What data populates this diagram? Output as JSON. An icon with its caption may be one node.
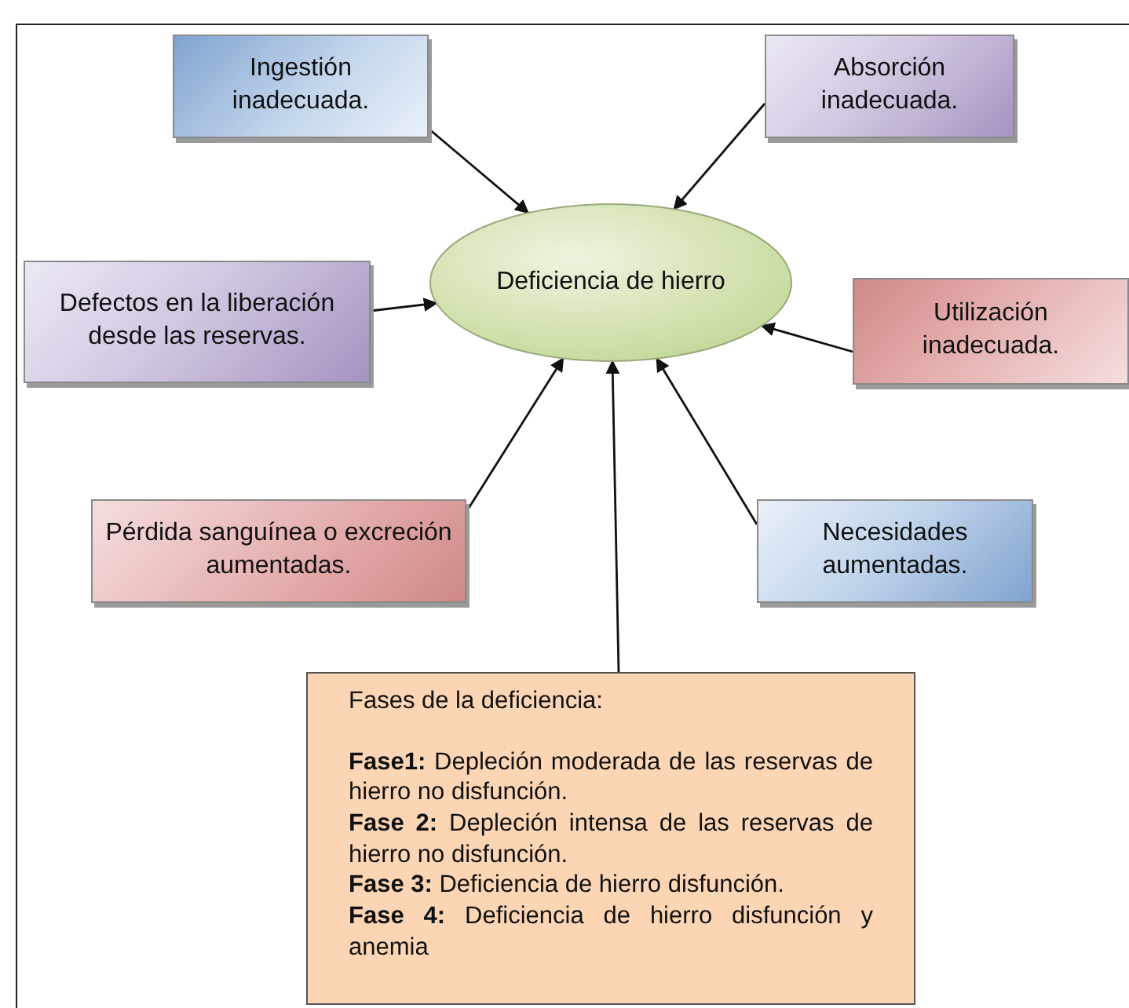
{
  "diagram": {
    "nodes": [
      {
        "text": [
          "Deficiencia de hierro"
        ]
      },
      {
        "text": [
          "Ingestión inadecuada."
        ]
      },
      {
        "text": [
          "Absorción inadecuada."
        ]
      },
      {
        "text": [
          "Defectos en la liberación desde las reservas."
        ]
      },
      {
        "text": [
          "Utilización inadecuada."
        ]
      },
      {
        "text": [
          "Pérdida sanguínea o excreción aumentadas."
        ]
      },
      {
        "text": [
          "Necesidades aumentadas."
        ]
      },
      {
        "text": [
          "Fases de la deficiencia:",
          "**Fase1:** Depleción moderada de las reservas de hierro no disfunción.",
          "**Fase 2:** Depleción intensa de las reservas de hierro no disfunción.",
          "**Fase 3:** Deficiencia de hierro disfunción.",
          "**Fase 4:** Deficiencia de hierro disfunción y anemia"
        ]
      }
    ],
    "edges": [
      {
        "from": 1,
        "to": 0,
        "arrow": "to"
      },
      {
        "from": 2,
        "to": 0,
        "arrow": "to"
      },
      {
        "from": 3,
        "to": 0,
        "arrow": "to"
      },
      {
        "from": 4,
        "to": 0,
        "arrow": "to"
      },
      {
        "from": 5,
        "to": 0,
        "arrow": "to"
      },
      {
        "from": 6,
        "to": 0,
        "arrow": "to"
      },
      {
        "from": 7,
        "to": 0,
        "arrow": "to"
      }
    ]
  }
}
